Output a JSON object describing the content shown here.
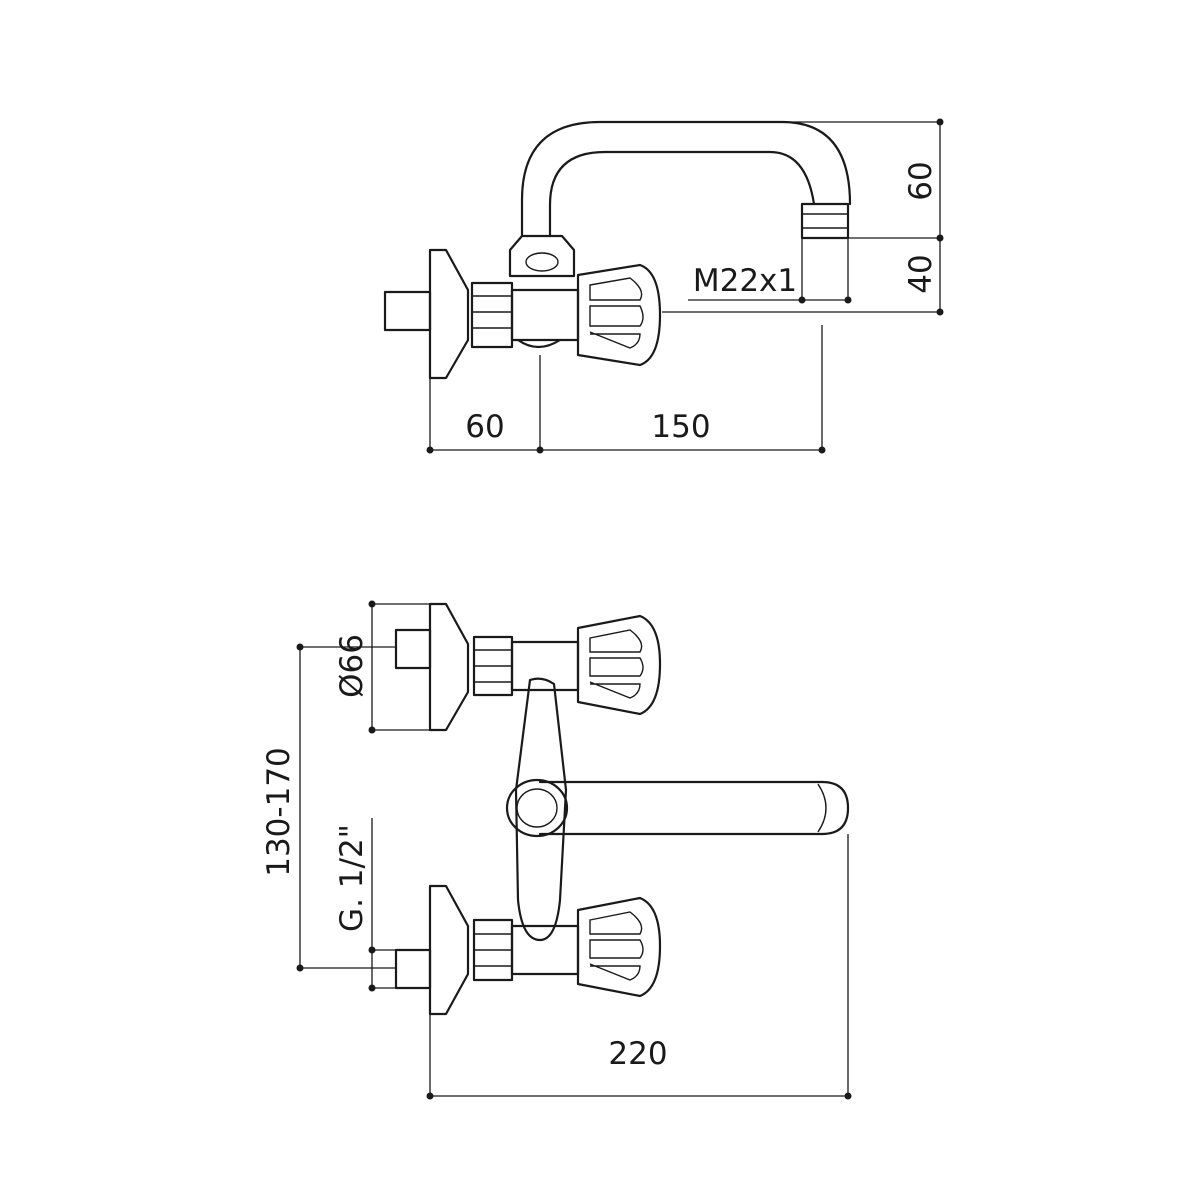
{
  "side_view": {
    "dim_wall_to_body": "60",
    "dim_body_to_spout": "150",
    "dim_spout_height": "60",
    "dim_outlet_height": "40",
    "thread_outlet": "M22x1"
  },
  "front_view": {
    "dim_rosette_diameter": "Ø66",
    "dim_centers": "130-170",
    "thread_inlet": "G. 1/2\"",
    "dim_total_width": "220"
  },
  "colors": {
    "line": "#1a1a1a",
    "background": "#ffffff"
  }
}
